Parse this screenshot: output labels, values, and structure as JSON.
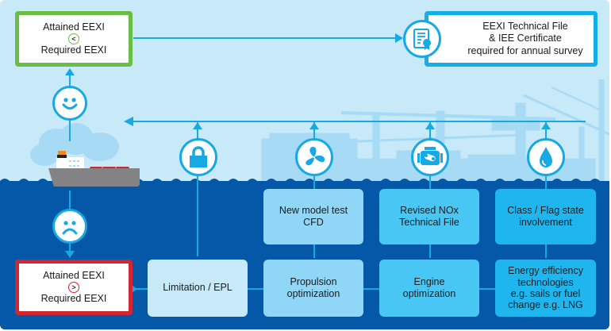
{
  "diagram": {
    "title": "EEXI compliance pathways",
    "compliant_box": {
      "line1": "Attained EEXI",
      "comparator": "<",
      "line2": "Required EEXI",
      "border_color": "#6abd45"
    },
    "noncompliant_box": {
      "line1": "Attained EEXI",
      "comparator": ">",
      "line2": "Required EEXI",
      "border_color": "#d22630"
    },
    "certificate_box": {
      "line1": "EEXI Technical File",
      "line2": "& IEE Certificate",
      "line3": "required for annual survey",
      "icon": "certificate-icon",
      "border_color": "#14aee8"
    },
    "faces": {
      "happy": "happy-face-icon",
      "sad": "sad-face-icon"
    },
    "ship": "container-ship-illustration",
    "upper_row": [
      {
        "icon": "lock-icon",
        "text": null
      },
      {
        "icon": "propeller-icon",
        "line1": "New model test",
        "line2": "CFD"
      },
      {
        "icon": "engine-icon",
        "line1": "Revised NOx",
        "line2": "Technical File"
      },
      {
        "icon": "water-drop-icon",
        "line1": "Class / Flag state",
        "line2": "involvement"
      }
    ],
    "lower_row": [
      {
        "line1": "Limitation / EPL"
      },
      {
        "line1": "Propulsion",
        "line2": "optimization"
      },
      {
        "line1": "Engine",
        "line2": "optimization"
      },
      {
        "line1": "Energy efficiency",
        "line2": "technologies",
        "line3": "e.g. sails or fuel",
        "line4": "change e.g. LNG"
      }
    ],
    "colors": {
      "sky": "#c7e9f8",
      "sea": "#0557a7",
      "connector": "#17a9e4",
      "box_shade_1": "#c7e9f8",
      "box_shade_2": "#8fd6f7",
      "box_shade_3": "#49c7f4",
      "box_shade_4": "#1fb6ef"
    }
  }
}
